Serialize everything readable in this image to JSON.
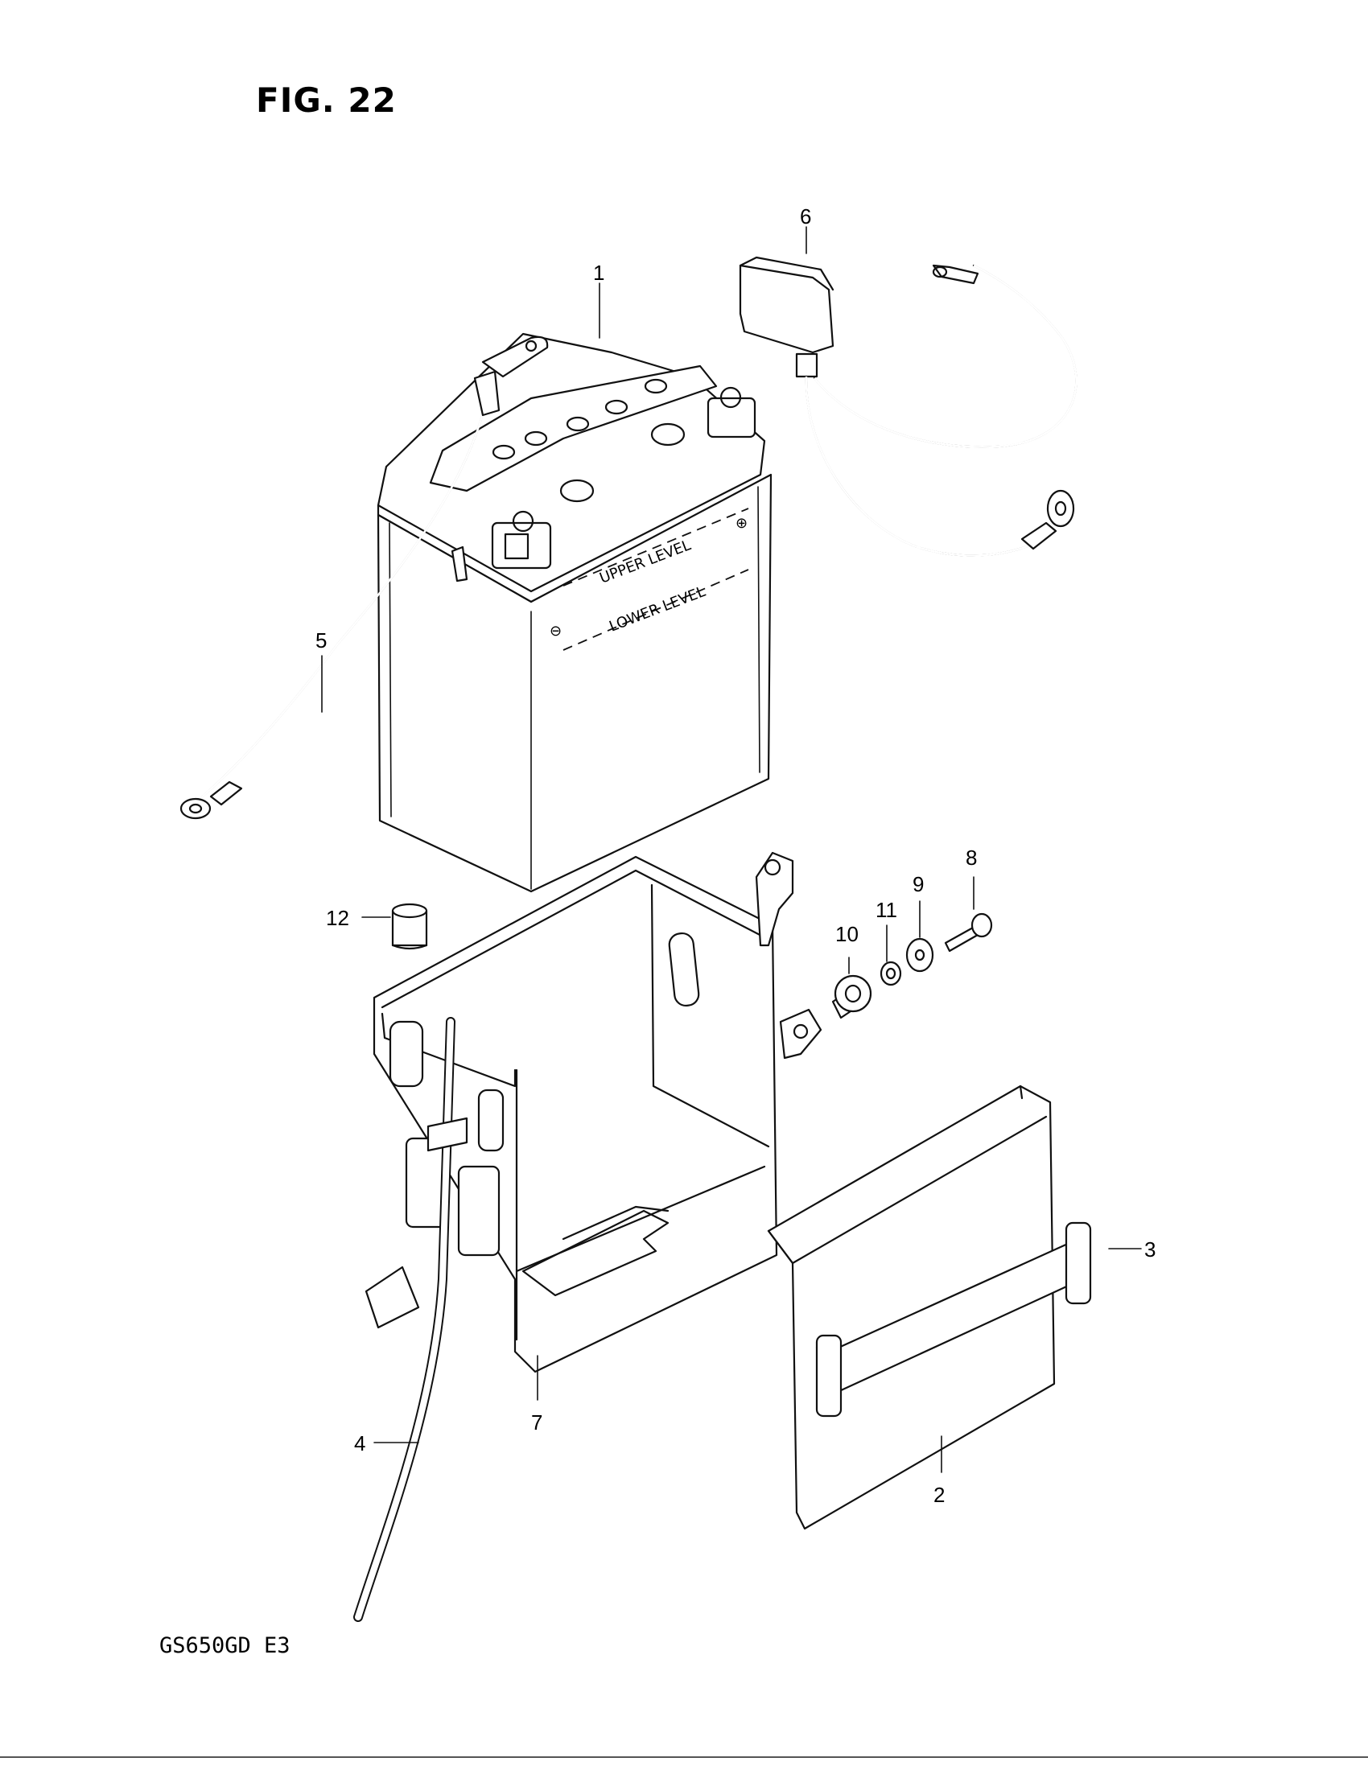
{
  "figure": {
    "title": "FIG. 22",
    "model_code": "GS650GD  E3"
  },
  "battery_markings": {
    "upper_level": "UPPER  LEVEL",
    "lower_level": "LOWER  LEVEL",
    "plus_symbol": "⊕",
    "minus_symbol": "⊖"
  },
  "callouts": {
    "c1": "1",
    "c2": "2",
    "c3": "3",
    "c4": "4",
    "c5": "5",
    "c6": "6",
    "c7": "7",
    "c8": "8",
    "c9": "9",
    "c10": "10",
    "c11": "11",
    "c12": "12"
  }
}
